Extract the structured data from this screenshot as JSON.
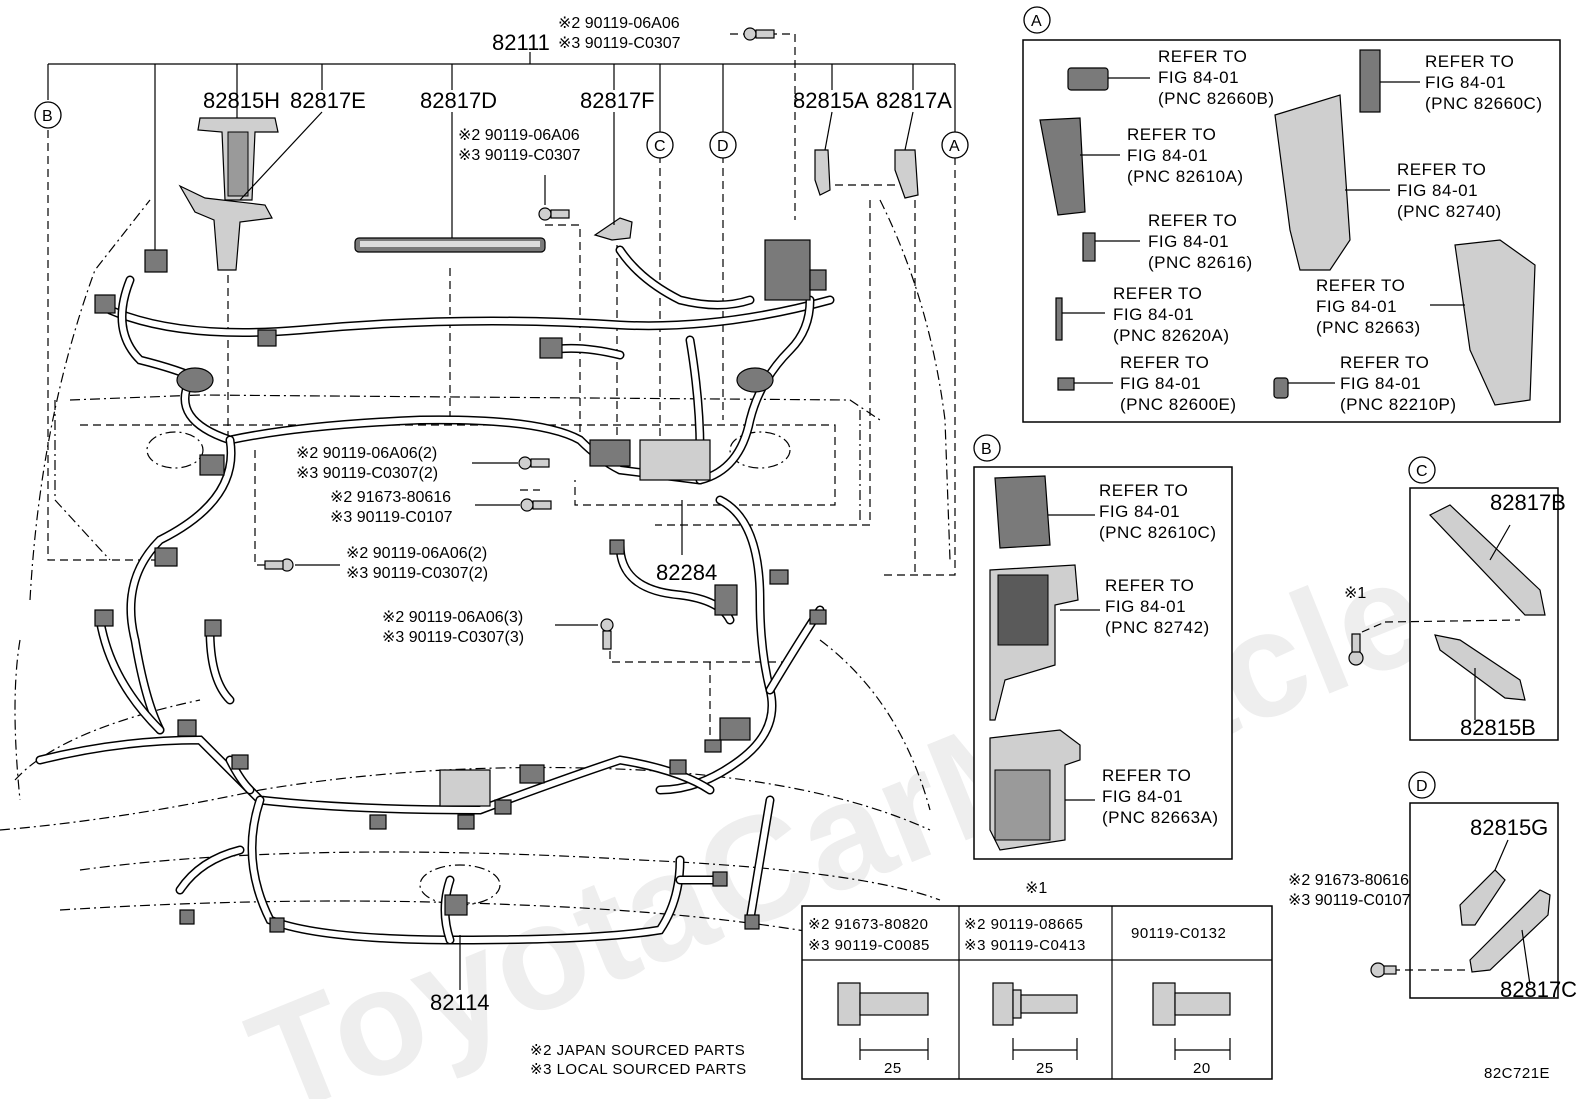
{
  "watermark": "ToyotaCarMiracle",
  "main": {
    "labels": {
      "p82111": "82111",
      "p82815H": "82815H",
      "p82817E": "82817E",
      "p82817D": "82817D",
      "p82817F": "82817F",
      "p82815A": "82815A",
      "p82817A": "82817A",
      "p82284": "82284",
      "p82114": "82114"
    },
    "callouts": {
      "a": "A",
      "b": "B",
      "c": "C",
      "d": "D"
    },
    "bolts": {
      "top_j": "※2 90119-06A06",
      "top_l": "※3 90119-C0307",
      "mid_j": "※2 90119-06A06",
      "mid_l": "※3 90119-C0307",
      "b1_j": "※2 90119-06A06(2)",
      "b1_l": "※3 90119-C0307(2)",
      "b2_j": "※2 91673-80616",
      "b2_l": "※3 90119-C0107",
      "b3_j": "※2 90119-06A06(2)",
      "b3_l": "※3 90119-C0307(2)",
      "b4_j": "※2 90119-06A06(3)",
      "b4_l": "※3 90119-C0307(3)"
    }
  },
  "detail_a": {
    "title": "A",
    "refs": [
      {
        "l1": "REFER TO",
        "l2": "FIG 84-01",
        "l3": "(PNC 82660B)"
      },
      {
        "l1": "REFER TO",
        "l2": "FIG 84-01",
        "l3": "(PNC 82660C)"
      },
      {
        "l1": "REFER TO",
        "l2": "FIG 84-01",
        "l3": "(PNC 82610A)"
      },
      {
        "l1": "REFER TO",
        "l2": "FIG 84-01",
        "l3": "(PNC 82740)"
      },
      {
        "l1": "REFER TO",
        "l2": "FIG 84-01",
        "l3": "(PNC 82616)"
      },
      {
        "l1": "REFER TO",
        "l2": "FIG 84-01",
        "l3": "(PNC 82620A)"
      },
      {
        "l1": "REFER TO",
        "l2": "FIG 84-01",
        "l3": "(PNC 82663)"
      },
      {
        "l1": "REFER TO",
        "l2": "FIG 84-01",
        "l3": "(PNC 82600E)"
      },
      {
        "l1": "REFER TO",
        "l2": "FIG 84-01",
        "l3": "(PNC 82210P)"
      }
    ]
  },
  "detail_b": {
    "title": "B",
    "refs": [
      {
        "l1": "REFER TO",
        "l2": "FIG 84-01",
        "l3": "(PNC 82610C)"
      },
      {
        "l1": "REFER TO",
        "l2": "FIG 84-01",
        "l3": "(PNC 82742)"
      },
      {
        "l1": "REFER TO",
        "l2": "FIG 84-01",
        "l3": "(PNC 82663A)"
      }
    ]
  },
  "detail_c": {
    "title": "C",
    "p1": "82817B",
    "p2": "82815B",
    "bolt": "※1"
  },
  "detail_d": {
    "title": "D",
    "p1": "82815G",
    "p2": "82817C",
    "bolt_j": "※2 91673-80616",
    "bolt_l": "※3 90119-C0107"
  },
  "bolt_table": {
    "header_mark": "※1",
    "col1_j": "※2 91673-80820",
    "col1_l": "※3 90119-C0085",
    "col2_j": "※2 90119-08665",
    "col2_l": "※3 90119-C0413",
    "col3": "90119-C0132",
    "len1": "25",
    "len2": "25",
    "len3": "20"
  },
  "footnotes": {
    "japan": "※2 JAPAN SOURCED PARTS",
    "local": "※3 LOCAL SOURCED PARTS"
  },
  "figure_code": "82C721E"
}
